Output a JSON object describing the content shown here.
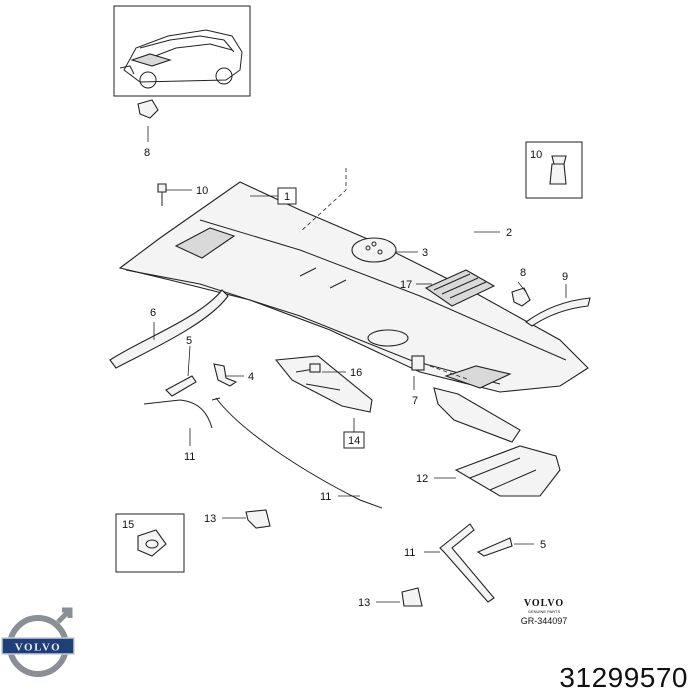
{
  "labels": {
    "l1": "1",
    "l2": "2",
    "l3": "3",
    "l4": "4",
    "l5a": "5",
    "l5b": "5",
    "l6": "6",
    "l7": "7",
    "l8a": "8",
    "l8b": "8",
    "l9": "9",
    "l10a": "10",
    "l10b": "10",
    "l11a": "11",
    "l11b": "11",
    "l11c": "11",
    "l12": "12",
    "l13a": "13",
    "l13b": "13",
    "l14": "14",
    "l15": "15",
    "l16": "16",
    "l17": "17"
  },
  "brand": {
    "stamp_brand": "VOLVO",
    "stamp_sub": "GENUINE PARTS",
    "drawing_code": "GR-344097",
    "badge_text": "VOLVO"
  },
  "part_number": "31299570",
  "colors": {
    "line": "#222222",
    "badge_blue": "#1f3f7a",
    "badge_steel": "#8a8f96"
  }
}
